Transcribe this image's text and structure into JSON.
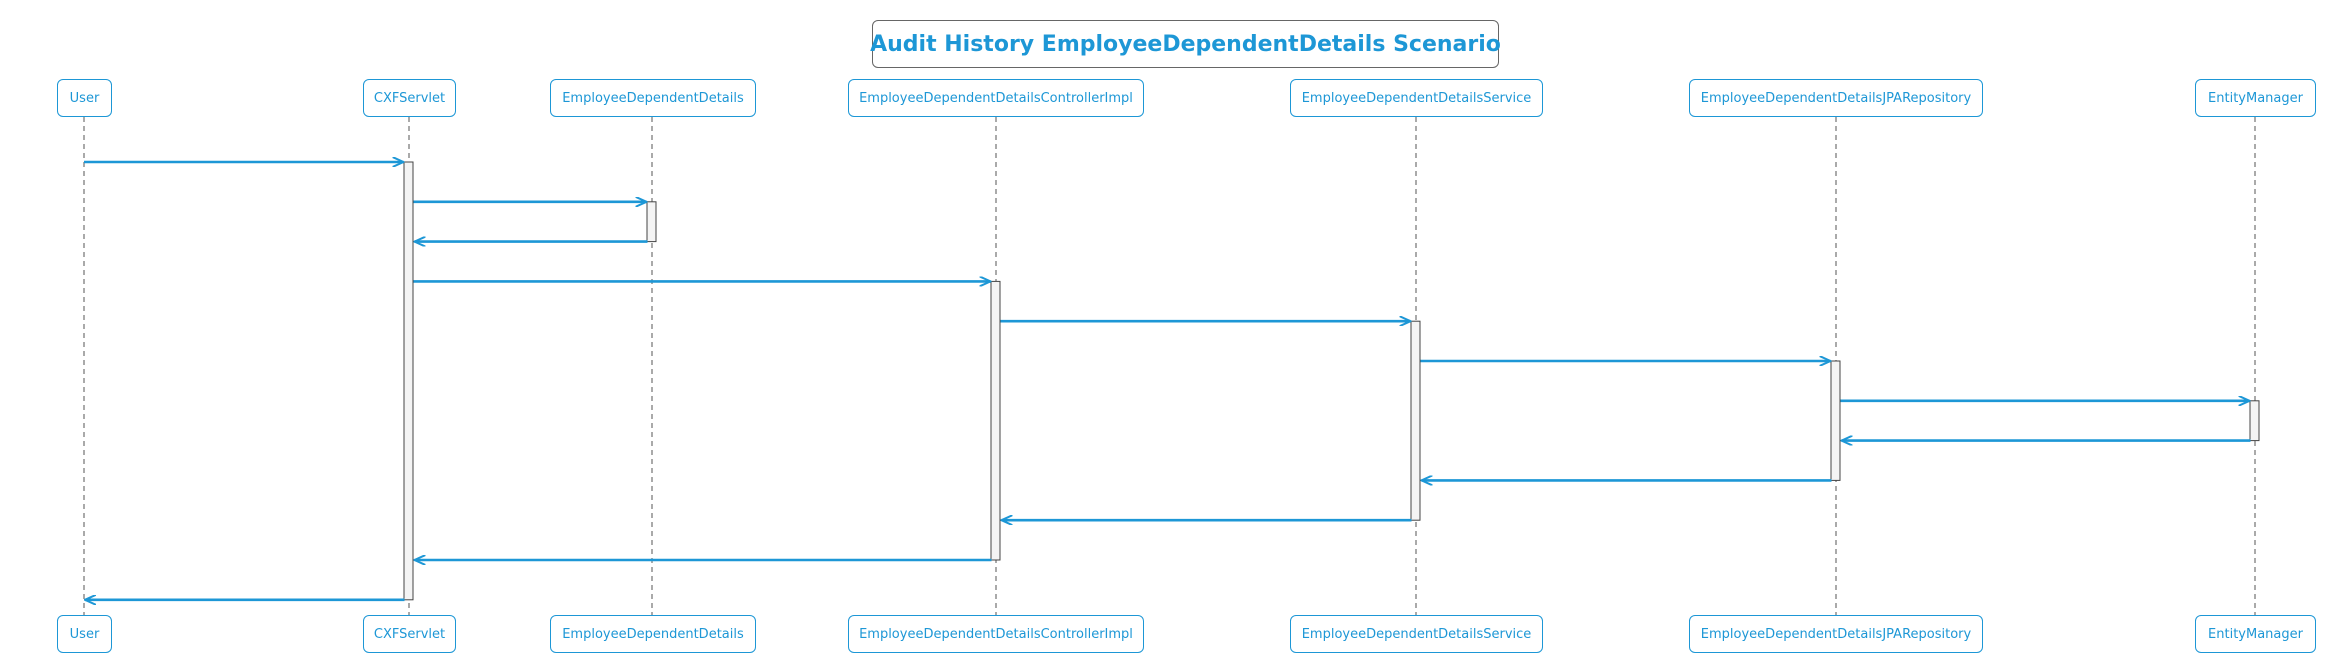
{
  "title": "Audit History EmployeeDependentDetails Scenario",
  "colors": {
    "accent": "#1d97d6",
    "lifeline": "#555555",
    "activation_border": "#444444",
    "activation_fill": "#f4f4f4"
  },
  "participants": [
    {
      "id": "user",
      "label": "User"
    },
    {
      "id": "cxf",
      "label": "CXFServlet"
    },
    {
      "id": "edd",
      "label": "EmployeeDependentDetails"
    },
    {
      "id": "ctrl",
      "label": "EmployeeDependentDetailsControllerImpl"
    },
    {
      "id": "svc",
      "label": "EmployeeDependentDetailsService"
    },
    {
      "id": "repo",
      "label": "EmployeeDependentDetailsJPARepository"
    },
    {
      "id": "em",
      "label": "EntityManager"
    }
  ],
  "messages": [
    {
      "from": "user",
      "to": "cxf"
    },
    {
      "from": "cxf",
      "to": "edd"
    },
    {
      "from": "edd",
      "to": "cxf"
    },
    {
      "from": "cxf",
      "to": "ctrl"
    },
    {
      "from": "ctrl",
      "to": "svc"
    },
    {
      "from": "svc",
      "to": "repo"
    },
    {
      "from": "repo",
      "to": "em"
    },
    {
      "from": "em",
      "to": "repo"
    },
    {
      "from": "repo",
      "to": "svc"
    },
    {
      "from": "svc",
      "to": "ctrl"
    },
    {
      "from": "ctrl",
      "to": "cxf"
    },
    {
      "from": "cxf",
      "to": "user"
    }
  ]
}
